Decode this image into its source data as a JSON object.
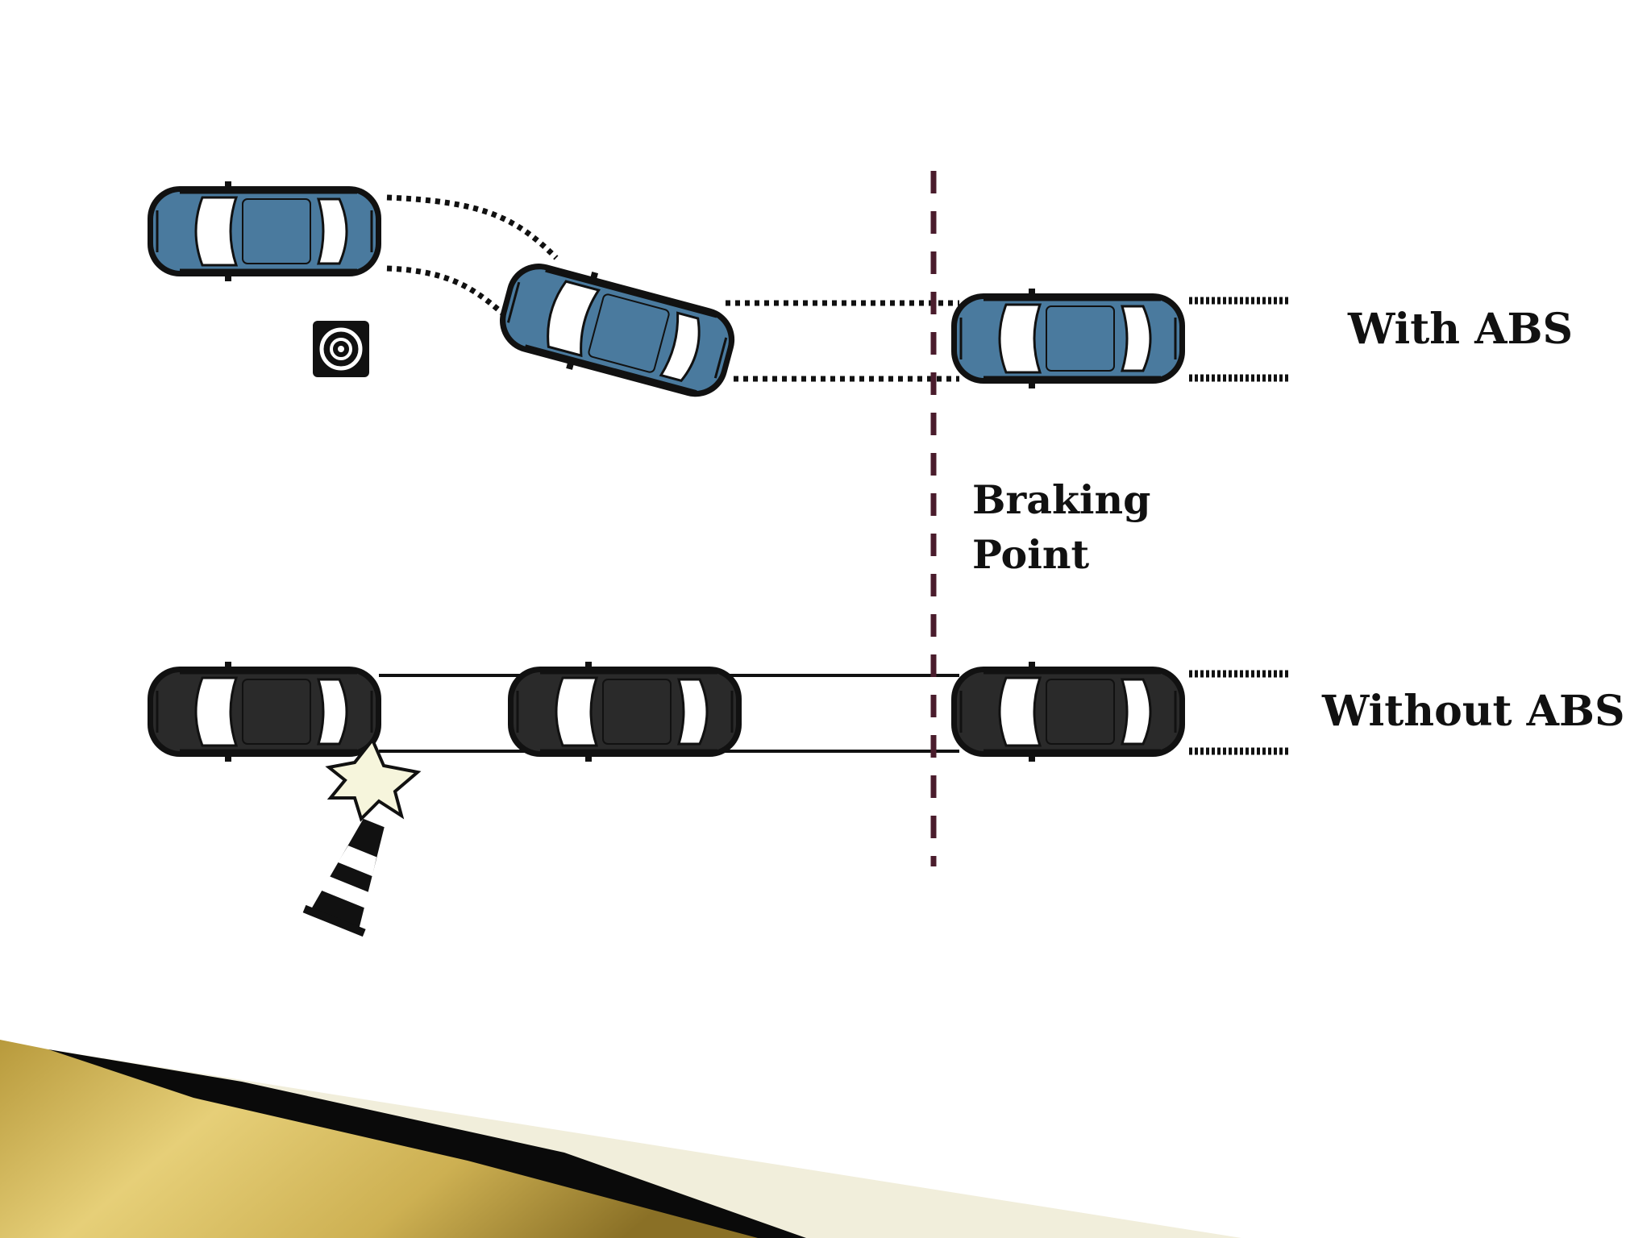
{
  "labels": {
    "with_abs": "With ABS",
    "without_abs": "Without ABS",
    "braking_line1": "Braking",
    "braking_line2": "Point"
  },
  "colors": {
    "abs_car_body": "#4a7a9e",
    "non_abs_car_body": "#2a2a2a",
    "car_glass": "#ffffff",
    "braking_line": "#4a1c2c",
    "track": "#111111",
    "ribbon_gold": "#d8bd55",
    "ribbon_black": "#0a0a0a",
    "ribbon_cream": "#f1eedb"
  },
  "icons": {
    "obstacle_target": "target-icon",
    "traffic_cone": "traffic-cone-icon",
    "impact": "impact-burst-icon"
  }
}
